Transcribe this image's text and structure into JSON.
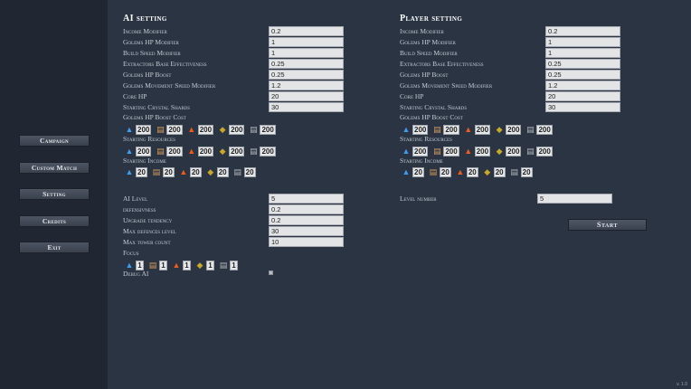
{
  "sidebar": {
    "items": [
      {
        "label": "Campaign"
      },
      {
        "label": "Custom Match"
      },
      {
        "label": "Setting"
      },
      {
        "label": "Credits"
      },
      {
        "label": "Exit"
      }
    ]
  },
  "ai": {
    "title": "AI setting",
    "fields": [
      {
        "label": "Income Modifier",
        "value": "0.2"
      },
      {
        "label": "Golems HP Modifier",
        "value": "1"
      },
      {
        "label": "Build Speed Modifier",
        "value": "1"
      },
      {
        "label": "Extractors Base Effectiveness",
        "value": "0.25"
      },
      {
        "label": "Golems HP Boost",
        "value": "0.25"
      },
      {
        "label": "Golems Movement Speed Modifier",
        "value": "1.2"
      },
      {
        "label": "Core HP",
        "value": "20"
      },
      {
        "label": "Starting Crystal Shards",
        "value": "30"
      }
    ],
    "boost_cost_label": "Golems HP Boost Cost",
    "boost_cost": [
      "200",
      "200",
      "200",
      "200",
      "200"
    ],
    "starting_resources_label": "Starting Resources",
    "starting_resources": [
      "200",
      "200",
      "200",
      "200",
      "200"
    ],
    "starting_income_label": "Starting Income",
    "starting_income": [
      "20",
      "20",
      "20",
      "20",
      "20"
    ],
    "behavior_fields": [
      {
        "label": "AI Level",
        "value": "5"
      },
      {
        "label": "defensivness",
        "value": "0.2"
      },
      {
        "label": "Upgrade tendency",
        "value": "0.2"
      },
      {
        "label": "Max defences level",
        "value": "30"
      },
      {
        "label": "Max tower count",
        "value": "10"
      }
    ],
    "focus_label": "Focus",
    "focus": [
      "1",
      "1",
      "1",
      "1",
      "1"
    ],
    "debug_label": "Debug AI"
  },
  "player": {
    "title": "Player setting",
    "fields": [
      {
        "label": "Income Modifier",
        "value": "0.2"
      },
      {
        "label": "Golems HP Modifier",
        "value": "1"
      },
      {
        "label": "Build Speed Modifier",
        "value": "1"
      },
      {
        "label": "Extractors Base Effectiveness",
        "value": "0.25"
      },
      {
        "label": "Golems HP Boost",
        "value": "0.25"
      },
      {
        "label": "Golems Movement Speed Modifier",
        "value": "1.2"
      },
      {
        "label": "Core HP",
        "value": "20"
      },
      {
        "label": "Starting Crystal Shards",
        "value": "30"
      }
    ],
    "boost_cost_label": "Golems HP Boost Cost",
    "boost_cost": [
      "200",
      "200",
      "200",
      "200",
      "200"
    ],
    "starting_resources_label": "Starting Resources",
    "starting_resources": [
      "200",
      "200",
      "200",
      "200",
      "200"
    ],
    "starting_income_label": "Starting Income",
    "starting_income": [
      "20",
      "20",
      "20",
      "20",
      "20"
    ],
    "level_label": "Level number",
    "level_value": "5"
  },
  "resource_icons": [
    "water-crystal-icon",
    "wood-icon",
    "fire-icon",
    "gold-ore-icon",
    "stone-icon"
  ],
  "start_label": "Start",
  "version": "v. 1.0"
}
